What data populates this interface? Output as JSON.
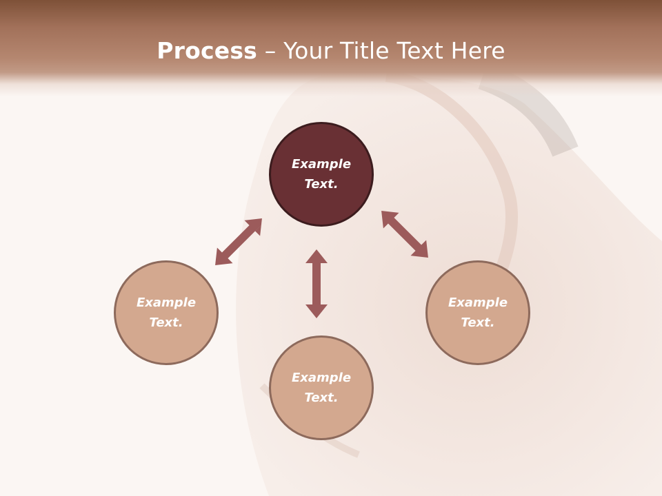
{
  "slide": {
    "title_bold": "Process",
    "title_rest": " – Your Title Text Here"
  },
  "nodes": {
    "top": {
      "line1": "Example",
      "line2": "Text."
    },
    "left": {
      "line1": "Example",
      "line2": "Text."
    },
    "right": {
      "line1": "Example",
      "line2": "Text."
    },
    "bottom": {
      "line1": "Example",
      "line2": "Text."
    }
  },
  "colors": {
    "header": "#a2715a",
    "top_node": "#693034",
    "other_nodes": "#d3a88f",
    "arrows": "#9c5b5b"
  }
}
